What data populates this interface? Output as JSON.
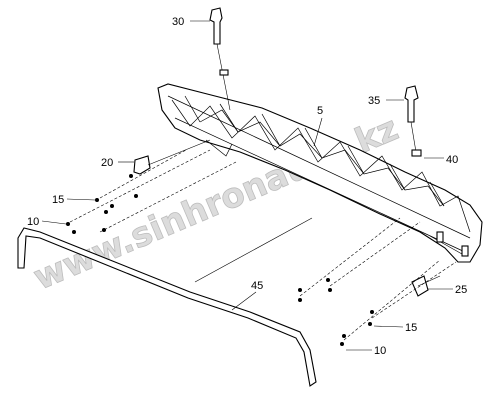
{
  "watermark": "www.sinhronauto.kz",
  "callouts": {
    "c30": "30",
    "c35": "35",
    "c5": "5",
    "c20": "20",
    "c40": "40",
    "c15_left": "15",
    "c10_left": "10",
    "c45": "45",
    "c25": "25",
    "c15_right": "15",
    "c10_right": "10"
  }
}
